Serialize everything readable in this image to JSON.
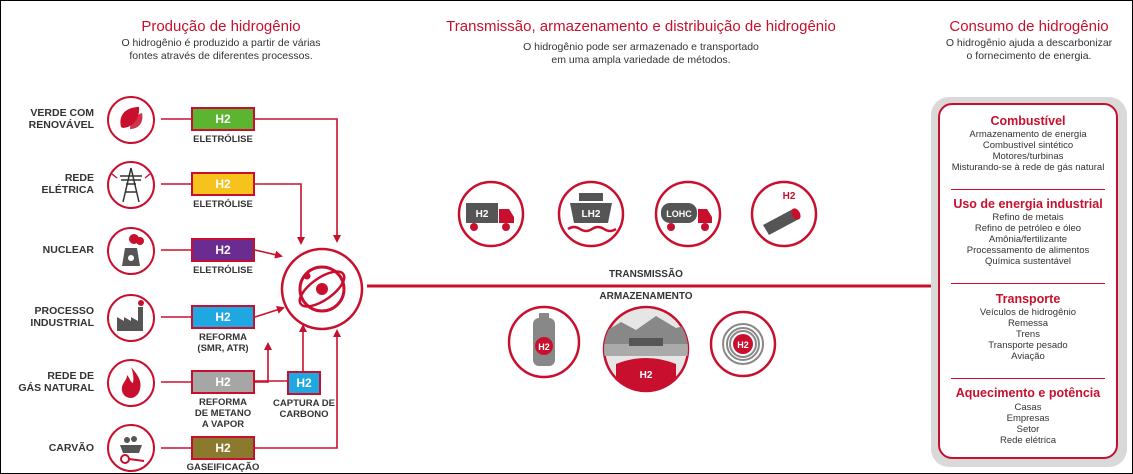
{
  "production": {
    "title": "Produção de hidrogênio",
    "description": "O hidrogênio é produzido a partir de várias\nfontes através de diferentes processos."
  },
  "transmission": {
    "title": "Transmissão, armazenamento e distribuição de hidrogênio",
    "description": "O hidrogênio pode ser armazenado e transportado\nem uma ampla variedade de métodos.",
    "transmission_label": "TRANSMISSÃO",
    "storage_label": "ARMAZENAMENTO",
    "icon_h2_truck": "H2",
    "icon_lh2_ship": "LH2",
    "icon_lohc_truck": "LOHC",
    "icon_pipeline": "H2",
    "icon_tank": "H2",
    "icon_underground": "H2",
    "icon_coil": "H2"
  },
  "consumption": {
    "title": "Consumo de hidrogênio",
    "description": "O hidrogênio ajuda a descarbonizar\no fornecimento de energia."
  },
  "sources": [
    {
      "label": "VERDE COM\nRENOVÁVEL",
      "icon": "leaf-icon",
      "h2": "H2",
      "h2_color": "#5cb531",
      "process": "ELETRÓLISE"
    },
    {
      "label": "REDE\nELÉTRICA",
      "icon": "power-tower-icon",
      "h2": "H2",
      "h2_color": "#f7c21b",
      "process": "ELETRÓLISE"
    },
    {
      "label": "NUCLEAR",
      "icon": "nuclear-plant-icon",
      "h2": "H2",
      "h2_color": "#6b2c91",
      "process": "ELETRÓLISE"
    },
    {
      "label": "PROCESSO\nINDUSTRIAL",
      "icon": "factory-icon",
      "h2": "H2",
      "h2_color": "#1ea7e1",
      "process": "REFORMA\n(SMR, ATR)"
    },
    {
      "label": "REDE DE\nGÁS NATURAL",
      "icon": "flame-icon",
      "h2": "H2",
      "h2_color": "#a6a6a6",
      "process": "REFORMA\nDE METANO\nA VAPOR"
    },
    {
      "label": "CARVÃO",
      "icon": "coal-cart-icon",
      "h2": "H2",
      "h2_color": "#8b7a2e",
      "process": "GASEIFICAÇÃO"
    }
  ],
  "carbon_capture": {
    "h2": "H2",
    "h2_color": "#1ea7e1",
    "label": "CAPTURA DE\nCARBONO"
  },
  "categories": [
    {
      "title": "Combustível",
      "items": [
        "Armazenamento de energia",
        "Combustível sintético",
        "Motores/turbinas",
        "Misturando-se à rede de gás natural"
      ]
    },
    {
      "title": "Uso de energia industrial",
      "items": [
        "Refino de metais",
        "Refino de petróleo e óleo",
        "Amônia/fertilizante",
        "Processamento de alimentos",
        "Química sustentável"
      ]
    },
    {
      "title": "Transporte",
      "items": [
        "Veículos de hidrogênio",
        "Remessa",
        "Trens",
        "Transporte pesado",
        "Aviação"
      ]
    },
    {
      "title": "Aquecimento e potência",
      "items": [
        "Casas",
        "Empresas",
        "Setor",
        "Rede elétrica"
      ]
    }
  ]
}
